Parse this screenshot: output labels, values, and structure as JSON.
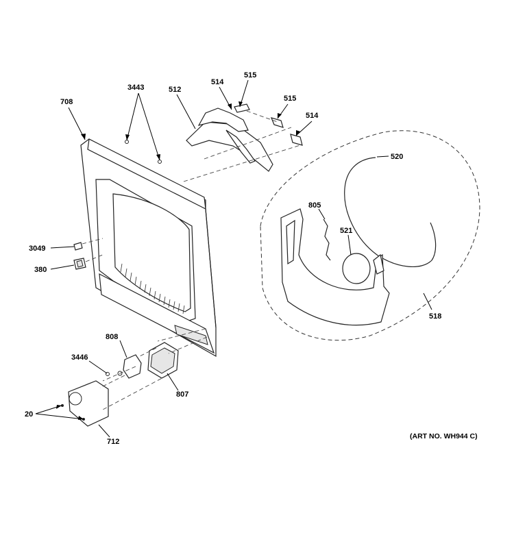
{
  "diagram": {
    "art_number": "(ART NO. WH944 C)",
    "callouts": {
      "p708": "708",
      "p3443": "3443",
      "p512": "512",
      "p514_top": "514",
      "p515_top": "515",
      "p515_right": "515",
      "p514_right": "514",
      "p520": "520",
      "p805": "805",
      "p521": "521",
      "p518": "518",
      "p3049": "3049",
      "p380": "380",
      "p808": "808",
      "p3446": "3446",
      "p807": "807",
      "p20": "20",
      "p712": "712"
    }
  }
}
